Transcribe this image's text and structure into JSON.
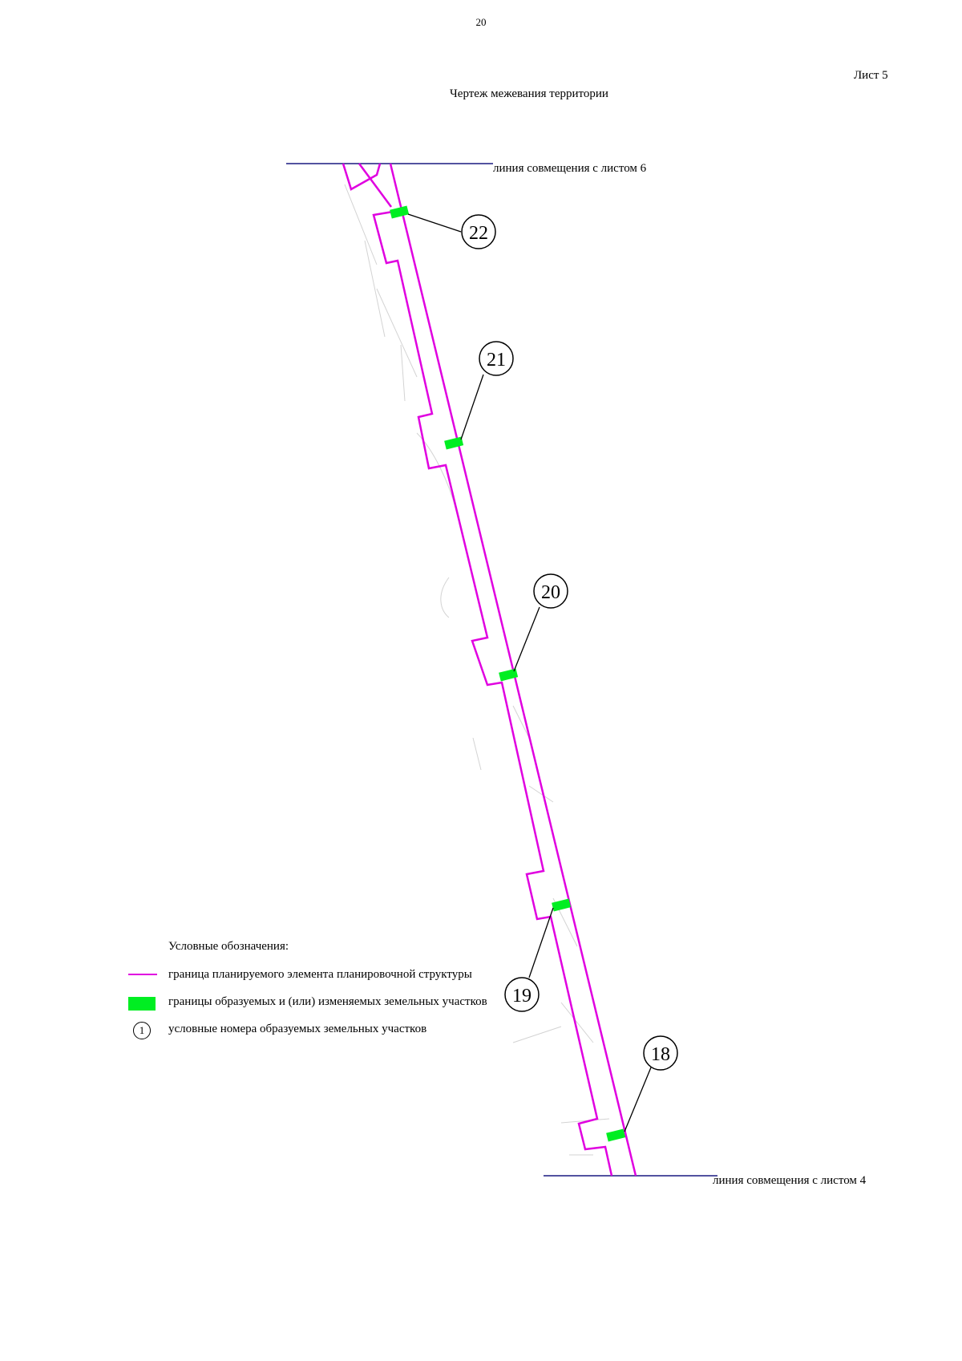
{
  "page": {
    "number": "20",
    "sheet": "Лист 5",
    "title": "Чертеж межевания территории"
  },
  "match_lines": {
    "top": "линия совмещения с листом 6",
    "bottom": "линия совмещения с листом 4"
  },
  "colors": {
    "boundary": "#e000e0",
    "plots": "#00ee22",
    "match_line": "#1a1a80"
  },
  "plots": [
    {
      "number": "22"
    },
    {
      "number": "21"
    },
    {
      "number": "20"
    },
    {
      "number": "19"
    },
    {
      "number": "18"
    }
  ],
  "legend": {
    "title": "Условные обозначения:",
    "items": [
      {
        "symbol": "magenta-line",
        "text": "граница планируемого элемента планировочной структуры"
      },
      {
        "symbol": "green-rect",
        "text": "границы образуемых и (или) изменяемых земельных участков"
      },
      {
        "symbol": "circle-number",
        "sample": "1",
        "text": "условные номера образуемых земельных участков"
      }
    ]
  }
}
